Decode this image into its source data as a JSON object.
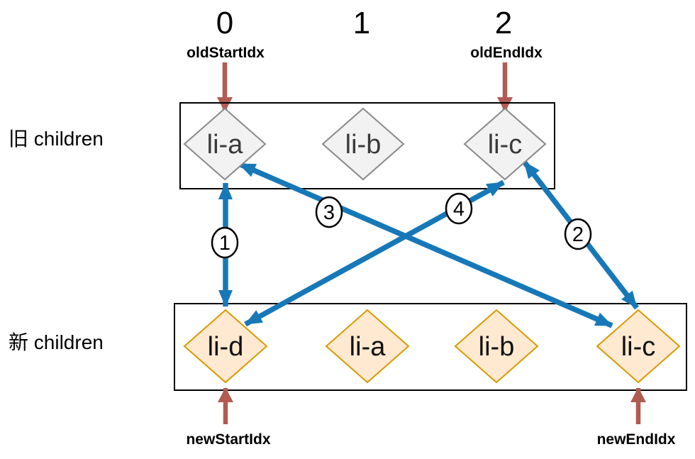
{
  "header": {
    "indices": [
      "0",
      "1",
      "2"
    ]
  },
  "pointers": {
    "old_start": "oldStartIdx",
    "old_end": "oldEndIdx",
    "new_start": "newStartIdx",
    "new_end": "newEndIdx"
  },
  "rows": {
    "old": {
      "label": "旧 children",
      "children": [
        "li-a",
        "li-b",
        "li-c"
      ]
    },
    "new": {
      "label": "新 children",
      "children": [
        "li-d",
        "li-a",
        "li-b",
        "li-c"
      ]
    }
  },
  "steps": [
    {
      "label": "1",
      "from": "old:li-a",
      "to": "new:li-d"
    },
    {
      "label": "2",
      "from": "old:li-c",
      "to": "new:li-c"
    },
    {
      "label": "3",
      "from": "old:li-a",
      "to": "new:li-c"
    },
    {
      "label": "4",
      "from": "old:li-c",
      "to": "new:li-d"
    }
  ],
  "colors": {
    "compare_arrow": "#1778b8",
    "pointer_arrow": "#b15b52",
    "old_node_fill": "#f2f2f2",
    "old_node_stroke": "#8a8a8a",
    "new_node_fill": "#ffe9d1",
    "new_node_stroke": "#d79b00"
  }
}
